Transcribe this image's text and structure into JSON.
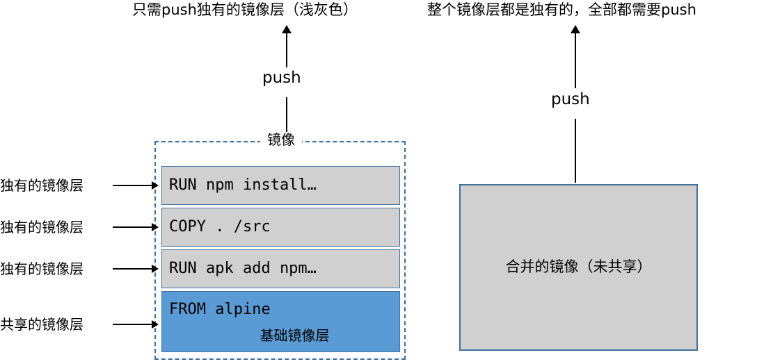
{
  "captions": {
    "left": "只需push独有的镜像层（浅灰色）",
    "right": "整个镜像层都是独有的，全部都需要push"
  },
  "push": {
    "left_label": "push",
    "right_label": "push"
  },
  "left_diagram": {
    "group_label": "镜像",
    "layers": [
      {
        "command": "RUN npm install…",
        "kind": "unique",
        "side_label": "独有的镜像层"
      },
      {
        "command": "COPY . /src",
        "kind": "unique",
        "side_label": "独有的镜像层"
      },
      {
        "command": "RUN apk add npm…",
        "kind": "unique",
        "side_label": "独有的镜像层"
      },
      {
        "command": "FROM alpine",
        "kind": "base",
        "side_label": "共享的镜像层",
        "sublabel": "基础镜像层"
      }
    ]
  },
  "right_diagram": {
    "box_label": "合并的镜像（未共享）"
  },
  "colors": {
    "unique_layer_fill": "#d0d0d0",
    "base_layer_fill": "#5b9bd5",
    "layer_border": "#41719c",
    "dashed_border": "#3f6f9f",
    "arrow": "#000000",
    "text": "#000000",
    "background": "#ffffff"
  }
}
